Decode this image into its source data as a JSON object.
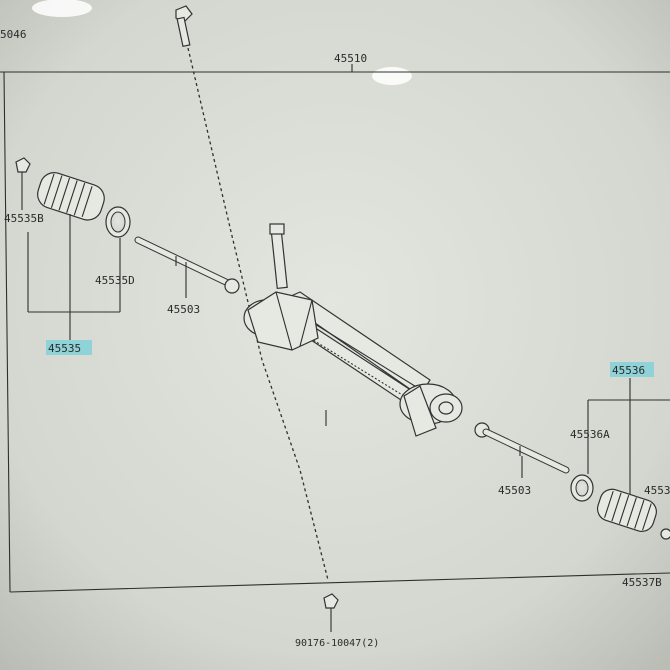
{
  "labels": {
    "top_left": "5046",
    "assembly": "45510",
    "boot_clamp_left": "45535B",
    "ring_left": "45535D",
    "tie_rod_left": "45503",
    "boot_left_kit": "45535",
    "boot_right_kit": "45536",
    "ring_right": "45536A",
    "tie_rod_right": "45503",
    "cut_right": "4553",
    "clamp_right": "45537B",
    "bolt": "90176-10047(2)"
  },
  "colors": {
    "paper": "#dadcd6",
    "ink": "#2e302e",
    "highlight": "#8fd3d8"
  }
}
